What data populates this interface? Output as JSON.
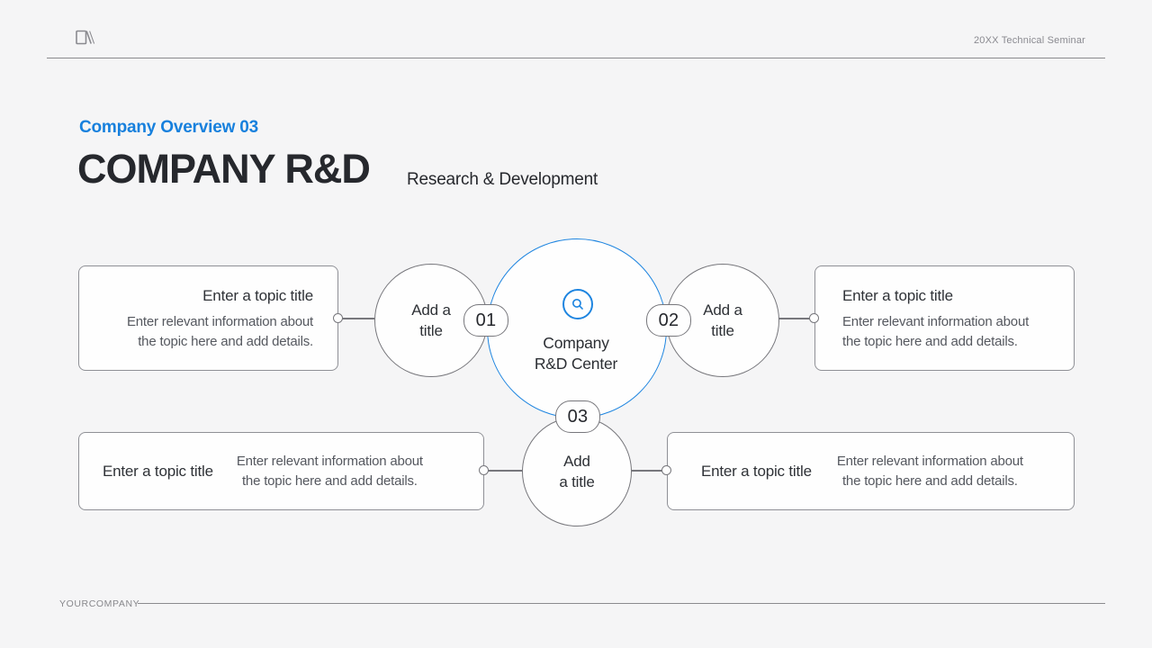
{
  "header": {
    "logo_icon": "brand-logo",
    "event": "20XX Technical Seminar"
  },
  "heading": {
    "eyebrow": "Company Overview 03",
    "title": "COMPANY R&D",
    "subtitle": "Research & Development"
  },
  "diagram": {
    "center": {
      "icon": "search-icon",
      "label": "Company\nR&D Center"
    },
    "badges": [
      "01",
      "02",
      "03"
    ],
    "circles": {
      "left": "Add a\ntitle",
      "right": "Add a\ntitle",
      "bottom": "Add\na title"
    },
    "topics": {
      "top_left": {
        "title": "Enter a topic title",
        "body": "Enter relevant information about\nthe topic here and add details."
      },
      "top_right": {
        "title": "Enter a topic title",
        "body": "Enter relevant information about\nthe topic here and add details."
      },
      "bottom_left": {
        "title": "Enter a topic title",
        "body": "Enter relevant information about\nthe topic here and add details."
      },
      "bottom_right": {
        "title": "Enter a topic title",
        "body": "Enter relevant information about\nthe topic here and add details."
      }
    }
  },
  "footer": {
    "company": "YOURCOMPANY"
  },
  "colors": {
    "accent_blue": "#1e85e0",
    "blue_text": "#1780dd",
    "background": "#f5f5f6",
    "shape_border_gray": "#77777c",
    "box_border_gray": "#8f9096",
    "rule_gray": "#8b8b8e",
    "text_dark": "#26282d",
    "text_body": "#55585f",
    "text_muted": "#8a8a90"
  }
}
